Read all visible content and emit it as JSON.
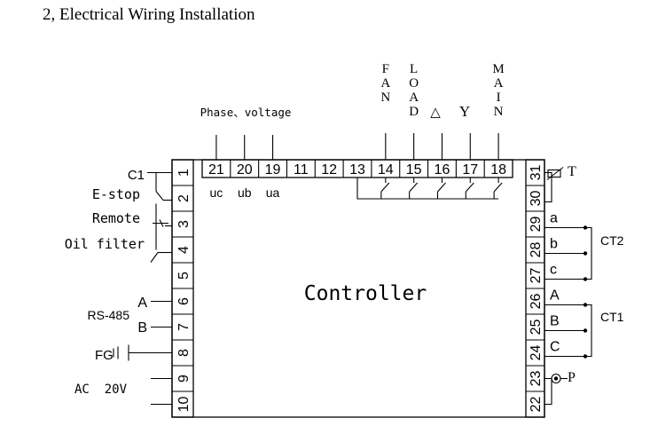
{
  "heading": "2, Electrical Wiring Installation",
  "controller_label": "Controller",
  "top_labels": {
    "phase_voltage": "Phase、voltage",
    "fan": [
      "F",
      "A",
      "N"
    ],
    "load": [
      "L",
      "O",
      "A",
      "D"
    ],
    "delta": "△",
    "y": "Y",
    "main": [
      "M",
      "A",
      "I",
      "N"
    ]
  },
  "phase_labels": [
    "uc",
    "ub",
    "ua"
  ],
  "top_terminals": [
    "21",
    "20",
    "19",
    "11",
    "12",
    "13",
    "14",
    "15",
    "16",
    "17",
    "18"
  ],
  "left_terminals": [
    "1",
    "2",
    "3",
    "4",
    "5",
    "6",
    "7",
    "8",
    "9",
    "10"
  ],
  "right_terminals": [
    "31",
    "30",
    "29",
    "28",
    "27",
    "26",
    "25",
    "24",
    "23",
    "22"
  ],
  "left_labels": {
    "c1": "C1",
    "estop": "E-stop",
    "remote": "Remote",
    "oil_filter": "Oil filter",
    "rs485": "RS-485",
    "a": "A",
    "b": "B",
    "fg": "FG",
    "ac": "AC  20V"
  },
  "right_labels": {
    "t": "T",
    "p": "P",
    "ct2": "CT2",
    "ct1": "CT1",
    "ct2_phases": [
      "a",
      "b",
      "c"
    ],
    "ct1_phases": [
      "A",
      "B",
      "C"
    ]
  }
}
